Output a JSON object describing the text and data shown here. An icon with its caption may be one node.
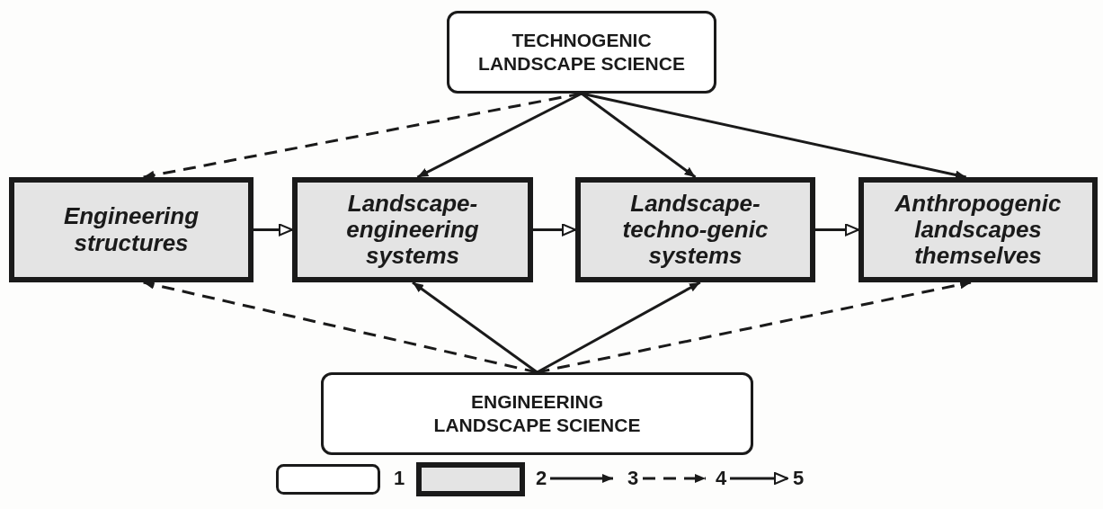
{
  "diagram": {
    "nodes": [
      {
        "text": [
          "TECHNOGENIC LANDSCAPE SCIENCE"
        ]
      },
      {
        "text": [
          "Engineering structures"
        ]
      },
      {
        "text": [
          "Landscape-engineering systems"
        ]
      },
      {
        "text": [
          "Landscape-techno-genic systems"
        ]
      },
      {
        "text": [
          "Anthropogenic landscapes themselves"
        ]
      },
      {
        "text": [
          "ENGINEERING LANDSCAPE SCIENCE"
        ]
      }
    ],
    "edges": [
      {
        "from": 0,
        "to": 1,
        "arrow": "to",
        "style": "dashed"
      },
      {
        "from": 0,
        "to": 2,
        "arrow": "to"
      },
      {
        "from": 0,
        "to": 3,
        "arrow": "to"
      },
      {
        "from": 0,
        "to": 4,
        "arrow": "to"
      },
      {
        "from": 1,
        "to": 2,
        "arrow": "to"
      },
      {
        "from": 2,
        "to": 3,
        "arrow": "to"
      },
      {
        "from": 3,
        "to": 4,
        "arrow": "to"
      },
      {
        "from": 5,
        "to": 1,
        "arrow": "to",
        "style": "dashed"
      },
      {
        "from": 5,
        "to": 2,
        "arrow": "to"
      },
      {
        "from": 5,
        "to": 3,
        "arrow": "to"
      },
      {
        "from": 5,
        "to": 4,
        "arrow": "to",
        "style": "dashed"
      }
    ],
    "legend": [
      {
        "text": "1"
      },
      {
        "text": "2"
      },
      {
        "text": "3"
      },
      {
        "text": "4"
      },
      {
        "text": "5"
      }
    ]
  }
}
